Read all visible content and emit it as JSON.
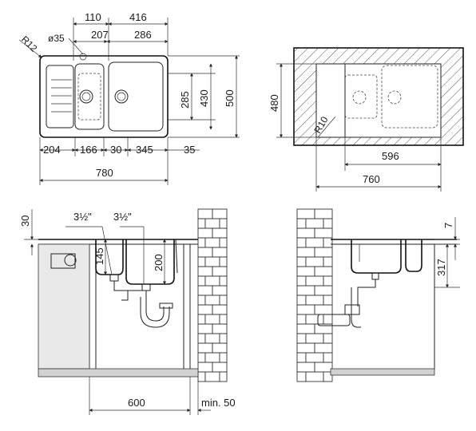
{
  "top_view": {
    "radius_label": "R12",
    "hole_label": "ø35",
    "dim_110": "110",
    "dim_416": "416",
    "dim_207": "207",
    "dim_286": "286",
    "dim_285": "285",
    "dim_430": "430",
    "dim_500": "500",
    "dim_204": "204",
    "dim_166": "166",
    "dim_30": "30",
    "dim_345": "345",
    "dim_35": "35",
    "dim_780": "780"
  },
  "cutout_view": {
    "radius_label": "R10",
    "dim_480": "480",
    "dim_596": "596",
    "dim_760": "760"
  },
  "side_view_left": {
    "dim_30": "30",
    "outlet_1": "3½\"",
    "outlet_2": "3½\"",
    "dim_145": "145",
    "dim_200": "200",
    "dim_600": "600",
    "dim_min50": "min. 50"
  },
  "side_view_right": {
    "dim_7": "7",
    "dim_317": "317"
  }
}
